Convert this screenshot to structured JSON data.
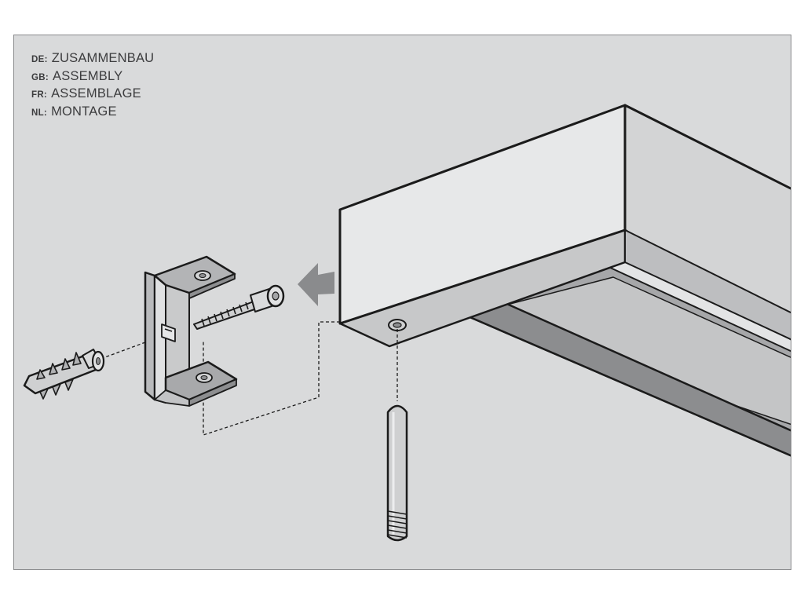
{
  "colors": {
    "background": "#d9dadb",
    "line": "#1b1b1b",
    "rail_front": "#e6e7e8",
    "rail_face": "#c9cacb",
    "rail_underside": "#9c9d9f",
    "part_light": "#e5e6e7",
    "part_mid": "#b9babc",
    "part_dark": "#8d8e90",
    "arrow": "#8a8b8d"
  },
  "labels": [
    {
      "code": "DE:",
      "text": "ZUSAMMENBAU"
    },
    {
      "code": "GB:",
      "text": "ASSEMBLY"
    },
    {
      "code": "FR:",
      "text": "ASSEMBLAGE"
    },
    {
      "code": "NL:",
      "text": "MONTAGE"
    }
  ],
  "illustration": {
    "parts": [
      "curtain-rail-end",
      "mounting-bracket",
      "wood-screw",
      "wall-plug",
      "threaded-pin",
      "insertion-arrow"
    ],
    "arrow_direction": "left"
  }
}
